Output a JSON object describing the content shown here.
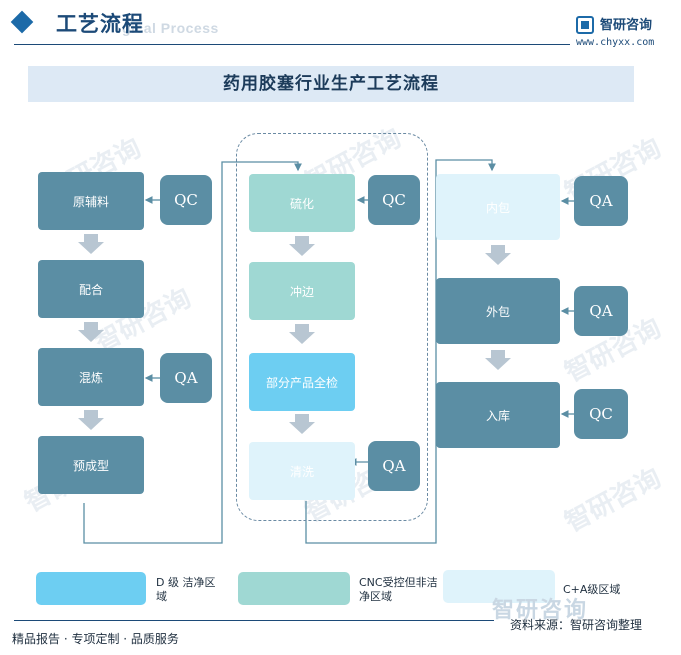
{
  "header": {
    "title": "工艺流程",
    "subtitle": "gical Process",
    "logo_name": "智研咨询",
    "logo_url": "www.chyxx.com"
  },
  "banner": {
    "title": "药用胶塞行业生产工艺流程"
  },
  "flow": {
    "col1": [
      "原辅料",
      "配合",
      "混炼",
      "预成型"
    ],
    "col2": [
      "硫化",
      "冲边",
      "部分产品全检",
      "清洗"
    ],
    "col3": [
      "内包",
      "外包",
      "入库"
    ],
    "checks": {
      "c1_1": "QC",
      "c1_3": "QA",
      "c2_1": "QC",
      "c2_4": "QA",
      "c3_1": "QA",
      "c3_2": "QA",
      "c3_3": "QC"
    }
  },
  "legend": [
    {
      "label": "D 级 洁净区域",
      "color": "#6dcef2"
    },
    {
      "label": "CNC受控但非洁净区域",
      "color": "#9fd8d3"
    },
    {
      "label": "C+A级区域",
      "color": "#dff3fb"
    }
  ],
  "footer": {
    "left": "精品报告 · 专项定制 · 品质服务",
    "source": "资料来源：智研咨询整理",
    "brand": "智研咨询"
  },
  "colors": {
    "process_dark": "#5b8ea4",
    "header_blue": "#1c4a78",
    "arrow": "#b8c6d2"
  }
}
